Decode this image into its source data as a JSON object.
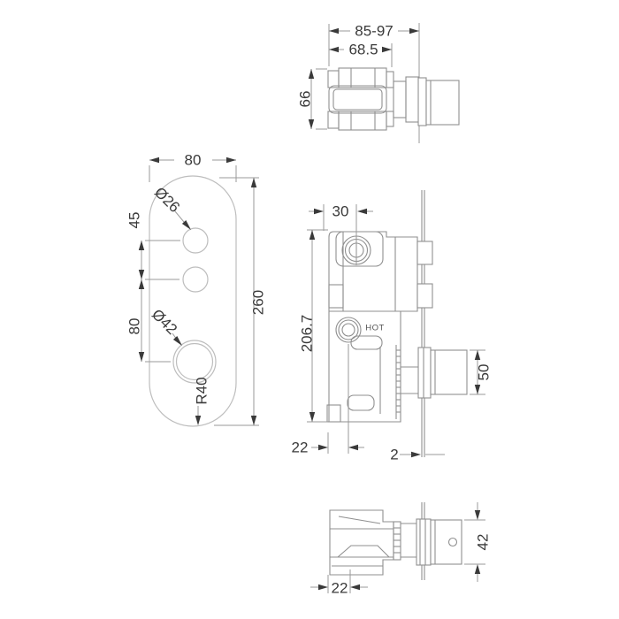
{
  "drawing_type": "technical-dimension-drawing-shower-valve",
  "colors": {
    "background": "#ffffff",
    "front_view_outline": "#bdbdbd",
    "side_view_outline": "#8f8f8f",
    "dimension_lines": "#9a9a9a",
    "dimension_text": "#3a3a3a"
  },
  "top_view": {
    "depth_range": "85-97",
    "body_depth": "68.5",
    "body_height": "66"
  },
  "front_view": {
    "plate_width": "80",
    "button_diameter": "Ø26",
    "button_spacing": "45",
    "button_to_control_spacing": "80",
    "control_diameter": "Ø42",
    "corner_radius": "R40",
    "plate_height": "260"
  },
  "side_view": {
    "port_offset": "30",
    "body_height": "206.7",
    "hot_label": "HOT",
    "handle_diameter": "50",
    "port_center_offset": "22",
    "plate_thickness": "2"
  },
  "bottom_view": {
    "handle_diameter": "42",
    "port_center_offset": "22"
  }
}
